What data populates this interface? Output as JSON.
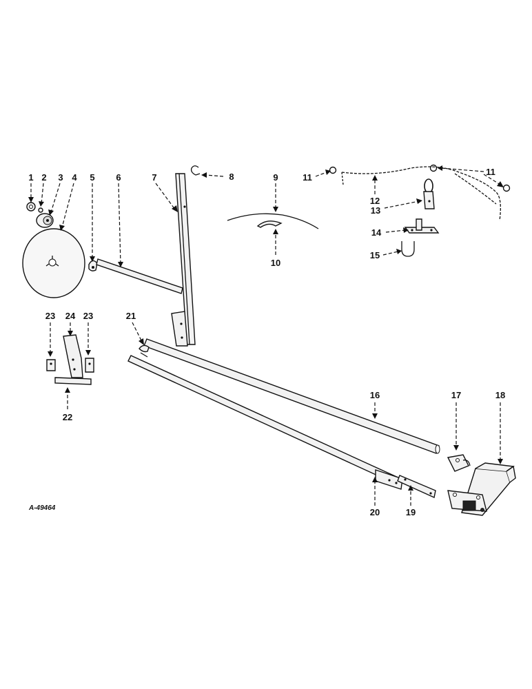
{
  "drawing_code": "A-49464",
  "callouts": {
    "c1": "1",
    "c2": "2",
    "c3": "3",
    "c4": "4",
    "c5": "5",
    "c6": "6",
    "c7": "7",
    "c8": "8",
    "c9": "9",
    "c10": "10",
    "c11a": "11",
    "c11b": "11",
    "c12": "12",
    "c13": "13",
    "c14": "14",
    "c15": "15",
    "c16": "16",
    "c17": "17",
    "c18": "18",
    "c19": "19",
    "c20": "20",
    "c21": "21",
    "c22": "22",
    "c23a": "23",
    "c23b": "23",
    "c24": "24"
  }
}
